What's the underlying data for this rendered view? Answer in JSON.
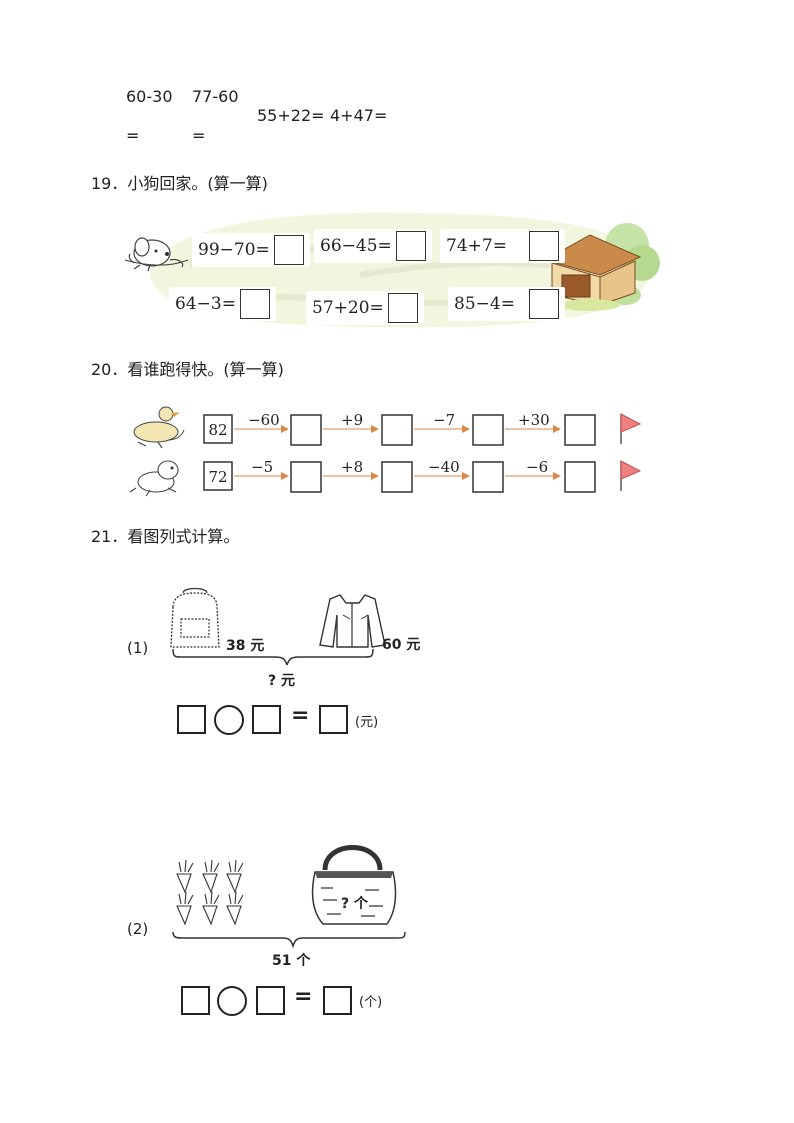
{
  "top_row": {
    "c1": "60-30",
    "c1_eq": "=",
    "c2": "77-60",
    "c2_eq": "=",
    "c3": "55+22=",
    "c4": "4+47="
  },
  "q19": {
    "number": "19．",
    "title": "小狗回家。(算一算)",
    "equations": [
      "99−70=",
      "66−45=",
      "74+7=",
      "64−3=",
      "57+20=",
      "85−4="
    ]
  },
  "q20": {
    "number": "20．",
    "title": "看谁跑得快。(算一算)",
    "duck": {
      "start": "82",
      "ops": [
        "−60",
        "+9",
        "−7",
        "+30"
      ]
    },
    "dog": {
      "start": "72",
      "ops": [
        "−5",
        "+8",
        "−40",
        "−6"
      ]
    }
  },
  "q21": {
    "number": "21．",
    "title": "看图列式计算。",
    "part1": {
      "label": "(1)",
      "price1": "38 元",
      "price2": "60 元",
      "total": "? 元",
      "unit": "(元)"
    },
    "part2": {
      "label": "(2)",
      "basket_text": "? 个",
      "total": "51 个",
      "unit": "(个)"
    }
  }
}
